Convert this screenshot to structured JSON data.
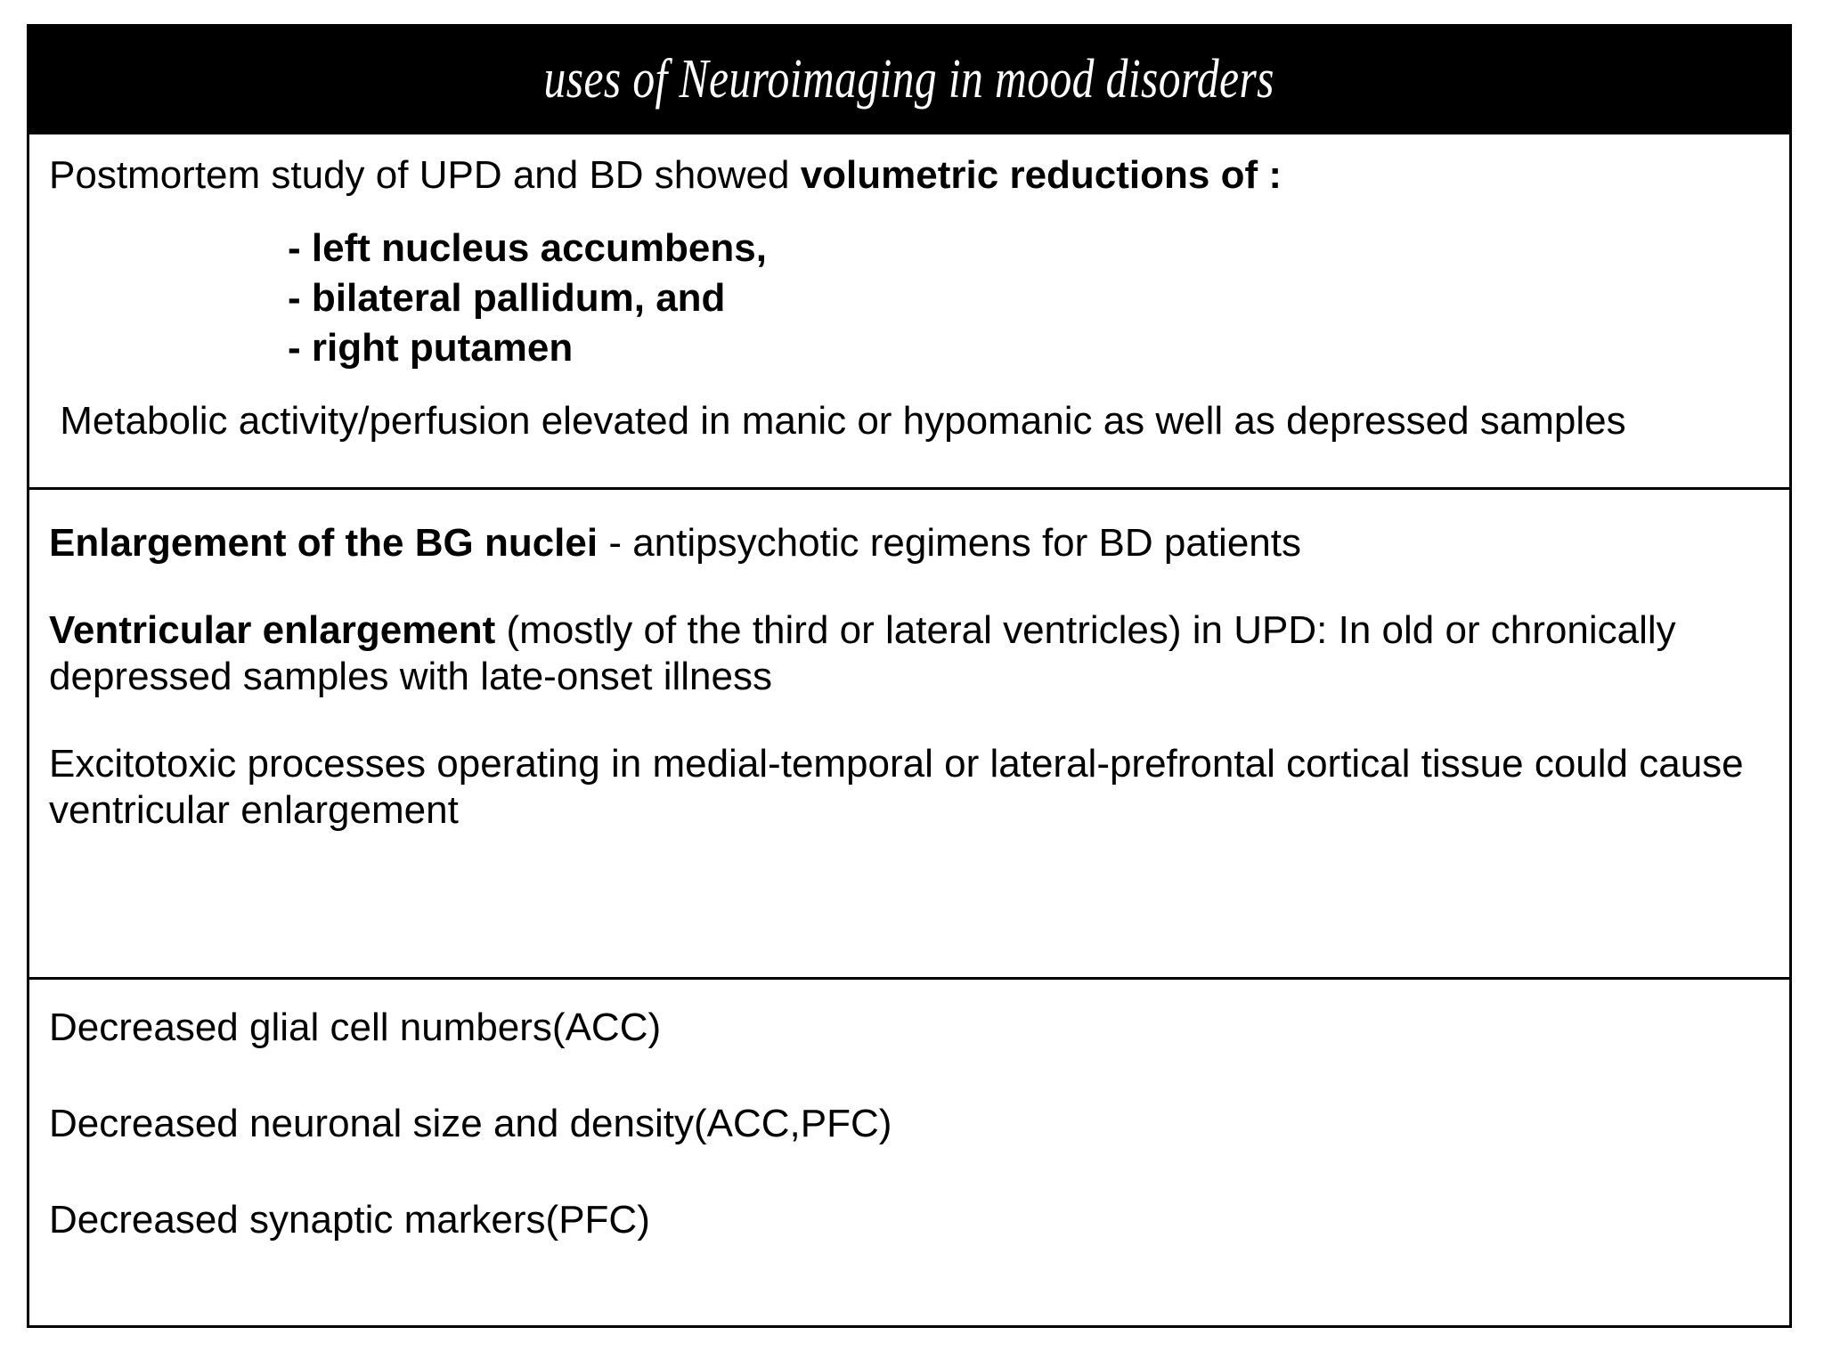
{
  "slide": {
    "title": "uses of Neuroimaging in mood disorders",
    "colors": {
      "header_background": "#000000",
      "header_text": "#ffffff",
      "body_background": "#ffffff",
      "body_text": "#000000",
      "border": "#000000"
    }
  },
  "sections": {
    "section1": {
      "lead_normal": "Postmortem study of UPD and BD showed ",
      "lead_bold": "volumetric reductions of :",
      "bullets": [
        "- left nucleus accumbens,",
        "- bilateral pallidum, and",
        "- right putamen"
      ],
      "closing": " Metabolic activity/perfusion elevated in manic or hypomanic as well as depressed samples"
    },
    "section2": {
      "para1_bold": "Enlargement of the BG nuclei",
      "para1_normal": " - antipsychotic regimens for BD patients",
      "para2_bold": "Ventricular enlargement",
      "para2_normal": " (mostly of the third or lateral ventricles) in UPD: In old or chronically  depressed samples with late-onset illness",
      "para3": "Excitotoxic processes operating in medial-temporal or lateral-prefrontal cortical tissue could cause ventricular enlargement"
    },
    "section3": {
      "para1": "Decreased glial cell numbers(ACC)",
      "para2": "Decreased neuronal size and density(ACC,PFC)",
      "para3": "Decreased synaptic markers(PFC)"
    }
  }
}
